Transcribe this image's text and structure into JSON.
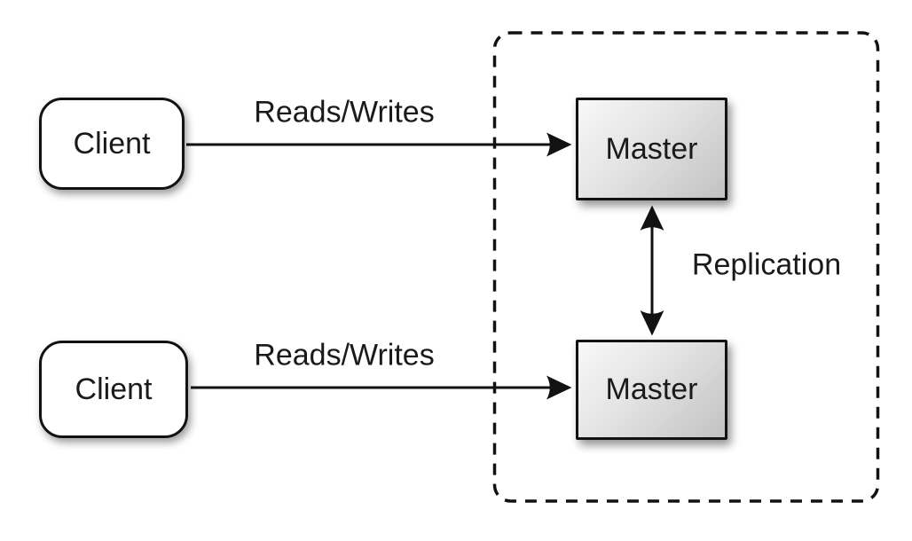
{
  "diagram": {
    "nodes": {
      "client_top": {
        "label": "Client"
      },
      "client_bottom": {
        "label": "Client"
      },
      "master_top": {
        "label": "Master"
      },
      "master_bottom": {
        "label": "Master"
      }
    },
    "edge_labels": {
      "reads_writes_top": "Reads/Writes",
      "reads_writes_bottom": "Reads/Writes",
      "replication": "Replication"
    },
    "colors": {
      "background": "#ffffff",
      "stroke": "#121212",
      "client_fill": "#ffffff",
      "master_fill_light": "#f8f8f8",
      "master_fill_dark": "#c2c2c2"
    }
  }
}
